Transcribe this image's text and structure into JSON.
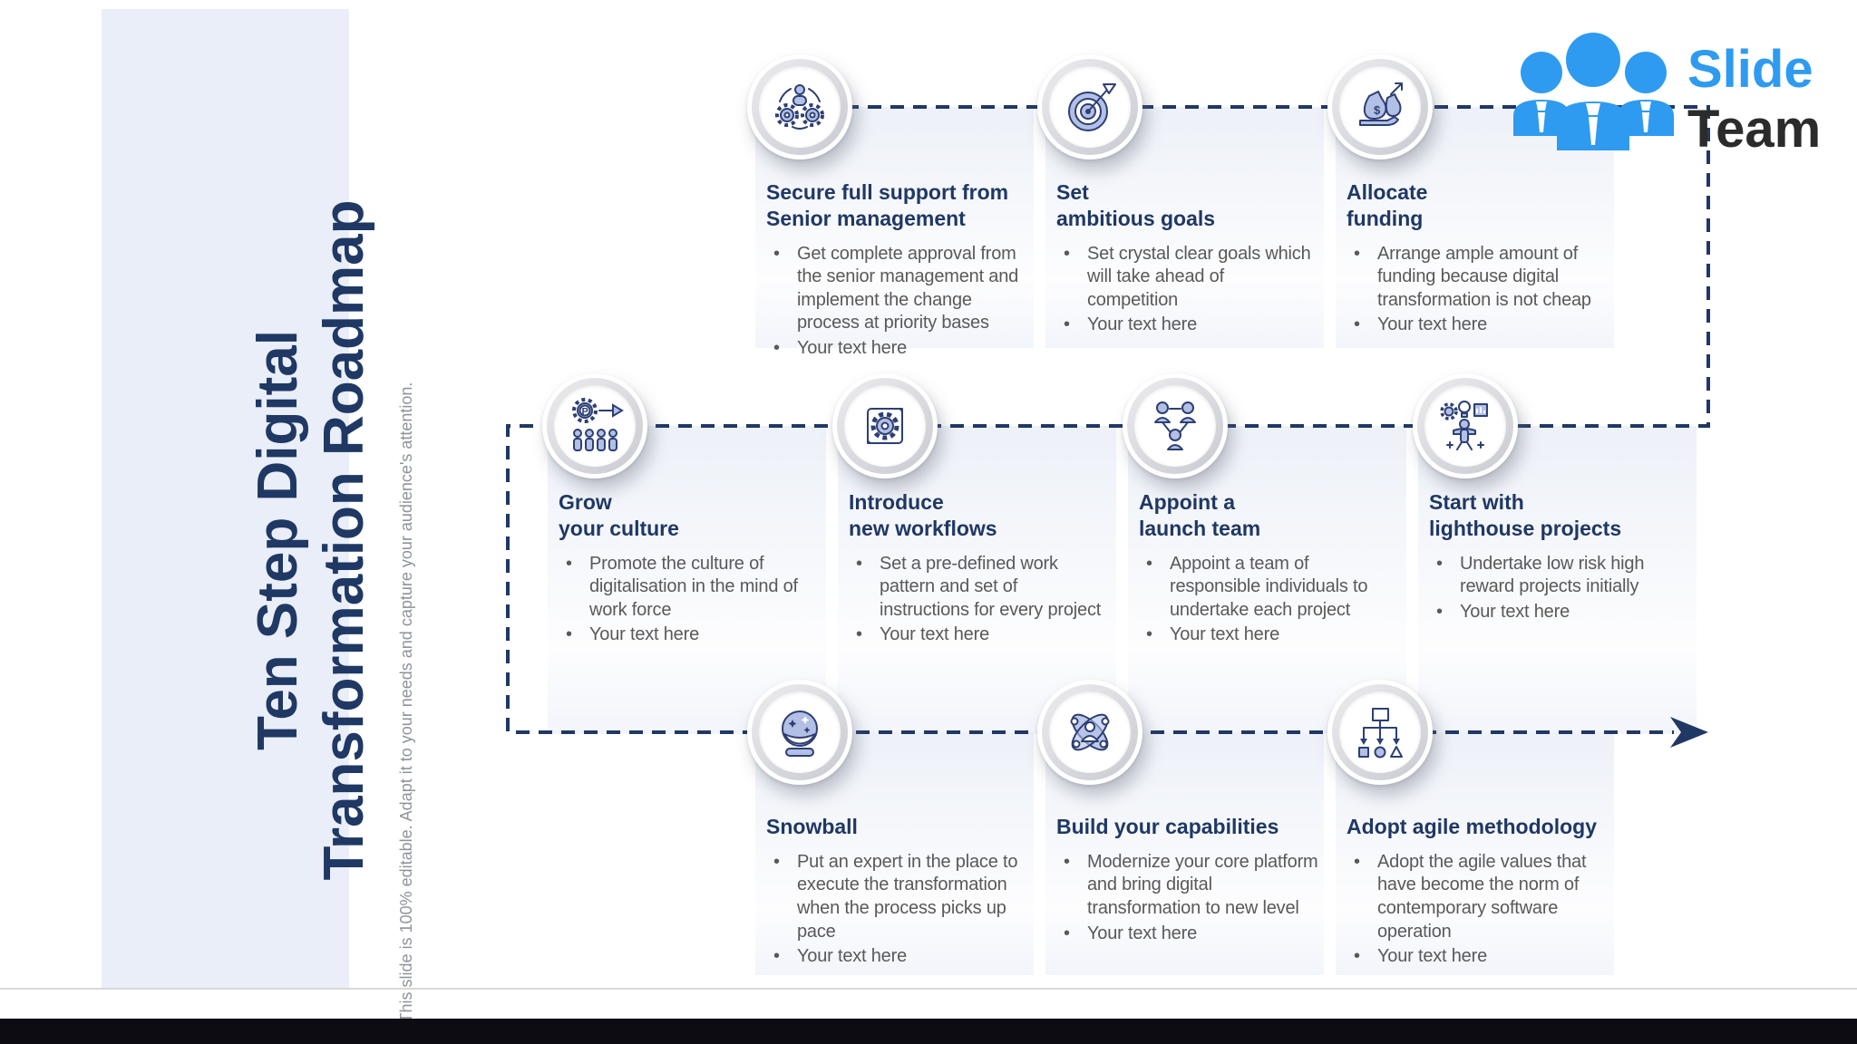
{
  "slide": {
    "sidebar": {
      "title": "Ten Step Digital\nTransformation Roadmap",
      "note": "This slide is 100% editable. Adapt it to your needs and capture your audience's attention."
    },
    "logo": {
      "word1": "Slide",
      "word2": "Team",
      "icon": "three-people-icon",
      "blue": "#2E9BF0",
      "dark": "#2b2b2b"
    },
    "colors": {
      "accent_navy": "#1F3864",
      "connector_navy": "#203864",
      "body_gray": "#595959",
      "sidebar_bg": "#E9EEF8",
      "icon_fill": "#B3C0E6",
      "icon_stroke": "#2D3F73"
    },
    "steps": [
      {
        "icon": "team-gears-icon",
        "title": "Secure full support from\nSenior management",
        "bullets": [
          "Get complete approval from the senior management and implement the change process at priority bases",
          "Your text here"
        ]
      },
      {
        "icon": "target-dart-icon",
        "title": "Set\nambitious goals",
        "bullets": [
          "Set crystal clear goals which will take ahead of competition",
          "Your text here"
        ]
      },
      {
        "icon": "funding-hand-icon",
        "title": "Allocate\nfunding",
        "bullets": [
          "Arrange ample amount of funding because digital transformation is not cheap",
          "Your text here"
        ]
      },
      {
        "icon": "culture-gear-people-icon",
        "title": "Grow\nyour culture",
        "bullets": [
          "Promote the culture of digitalisation in the mind of work force",
          "Your text here"
        ]
      },
      {
        "icon": "workflow-cycle-icon",
        "title": "Introduce\nnew workflows",
        "bullets": [
          "Set a pre-defined work pattern and set of instructions for every project",
          "Your text here"
        ]
      },
      {
        "icon": "launch-team-network-icon",
        "title": "Appoint a\nlaunch team",
        "bullets": [
          "Appoint a team of responsible individuals to undertake each project",
          "Your text here"
        ]
      },
      {
        "icon": "lighthouse-idea-icon",
        "title": "Start with\nlighthouse projects",
        "bullets": [
          "Undertake low risk high reward projects initially",
          "Your text here"
        ]
      },
      {
        "icon": "crystal-ball-icon",
        "title": "Snowball",
        "bullets": [
          "Put an expert in the place to execute the transformation when the process picks up pace",
          "Your text here"
        ]
      },
      {
        "icon": "atom-person-icon",
        "title": "Build your capabilities",
        "bullets": [
          "Modernize your core platform and bring digital transformation to new level",
          "Your text here"
        ]
      },
      {
        "icon": "org-chart-shapes-icon",
        "title": "Adopt agile methodology",
        "bullets": [
          "Adopt the agile values that have become the norm of contemporary software operation",
          "Your text here"
        ]
      }
    ]
  }
}
